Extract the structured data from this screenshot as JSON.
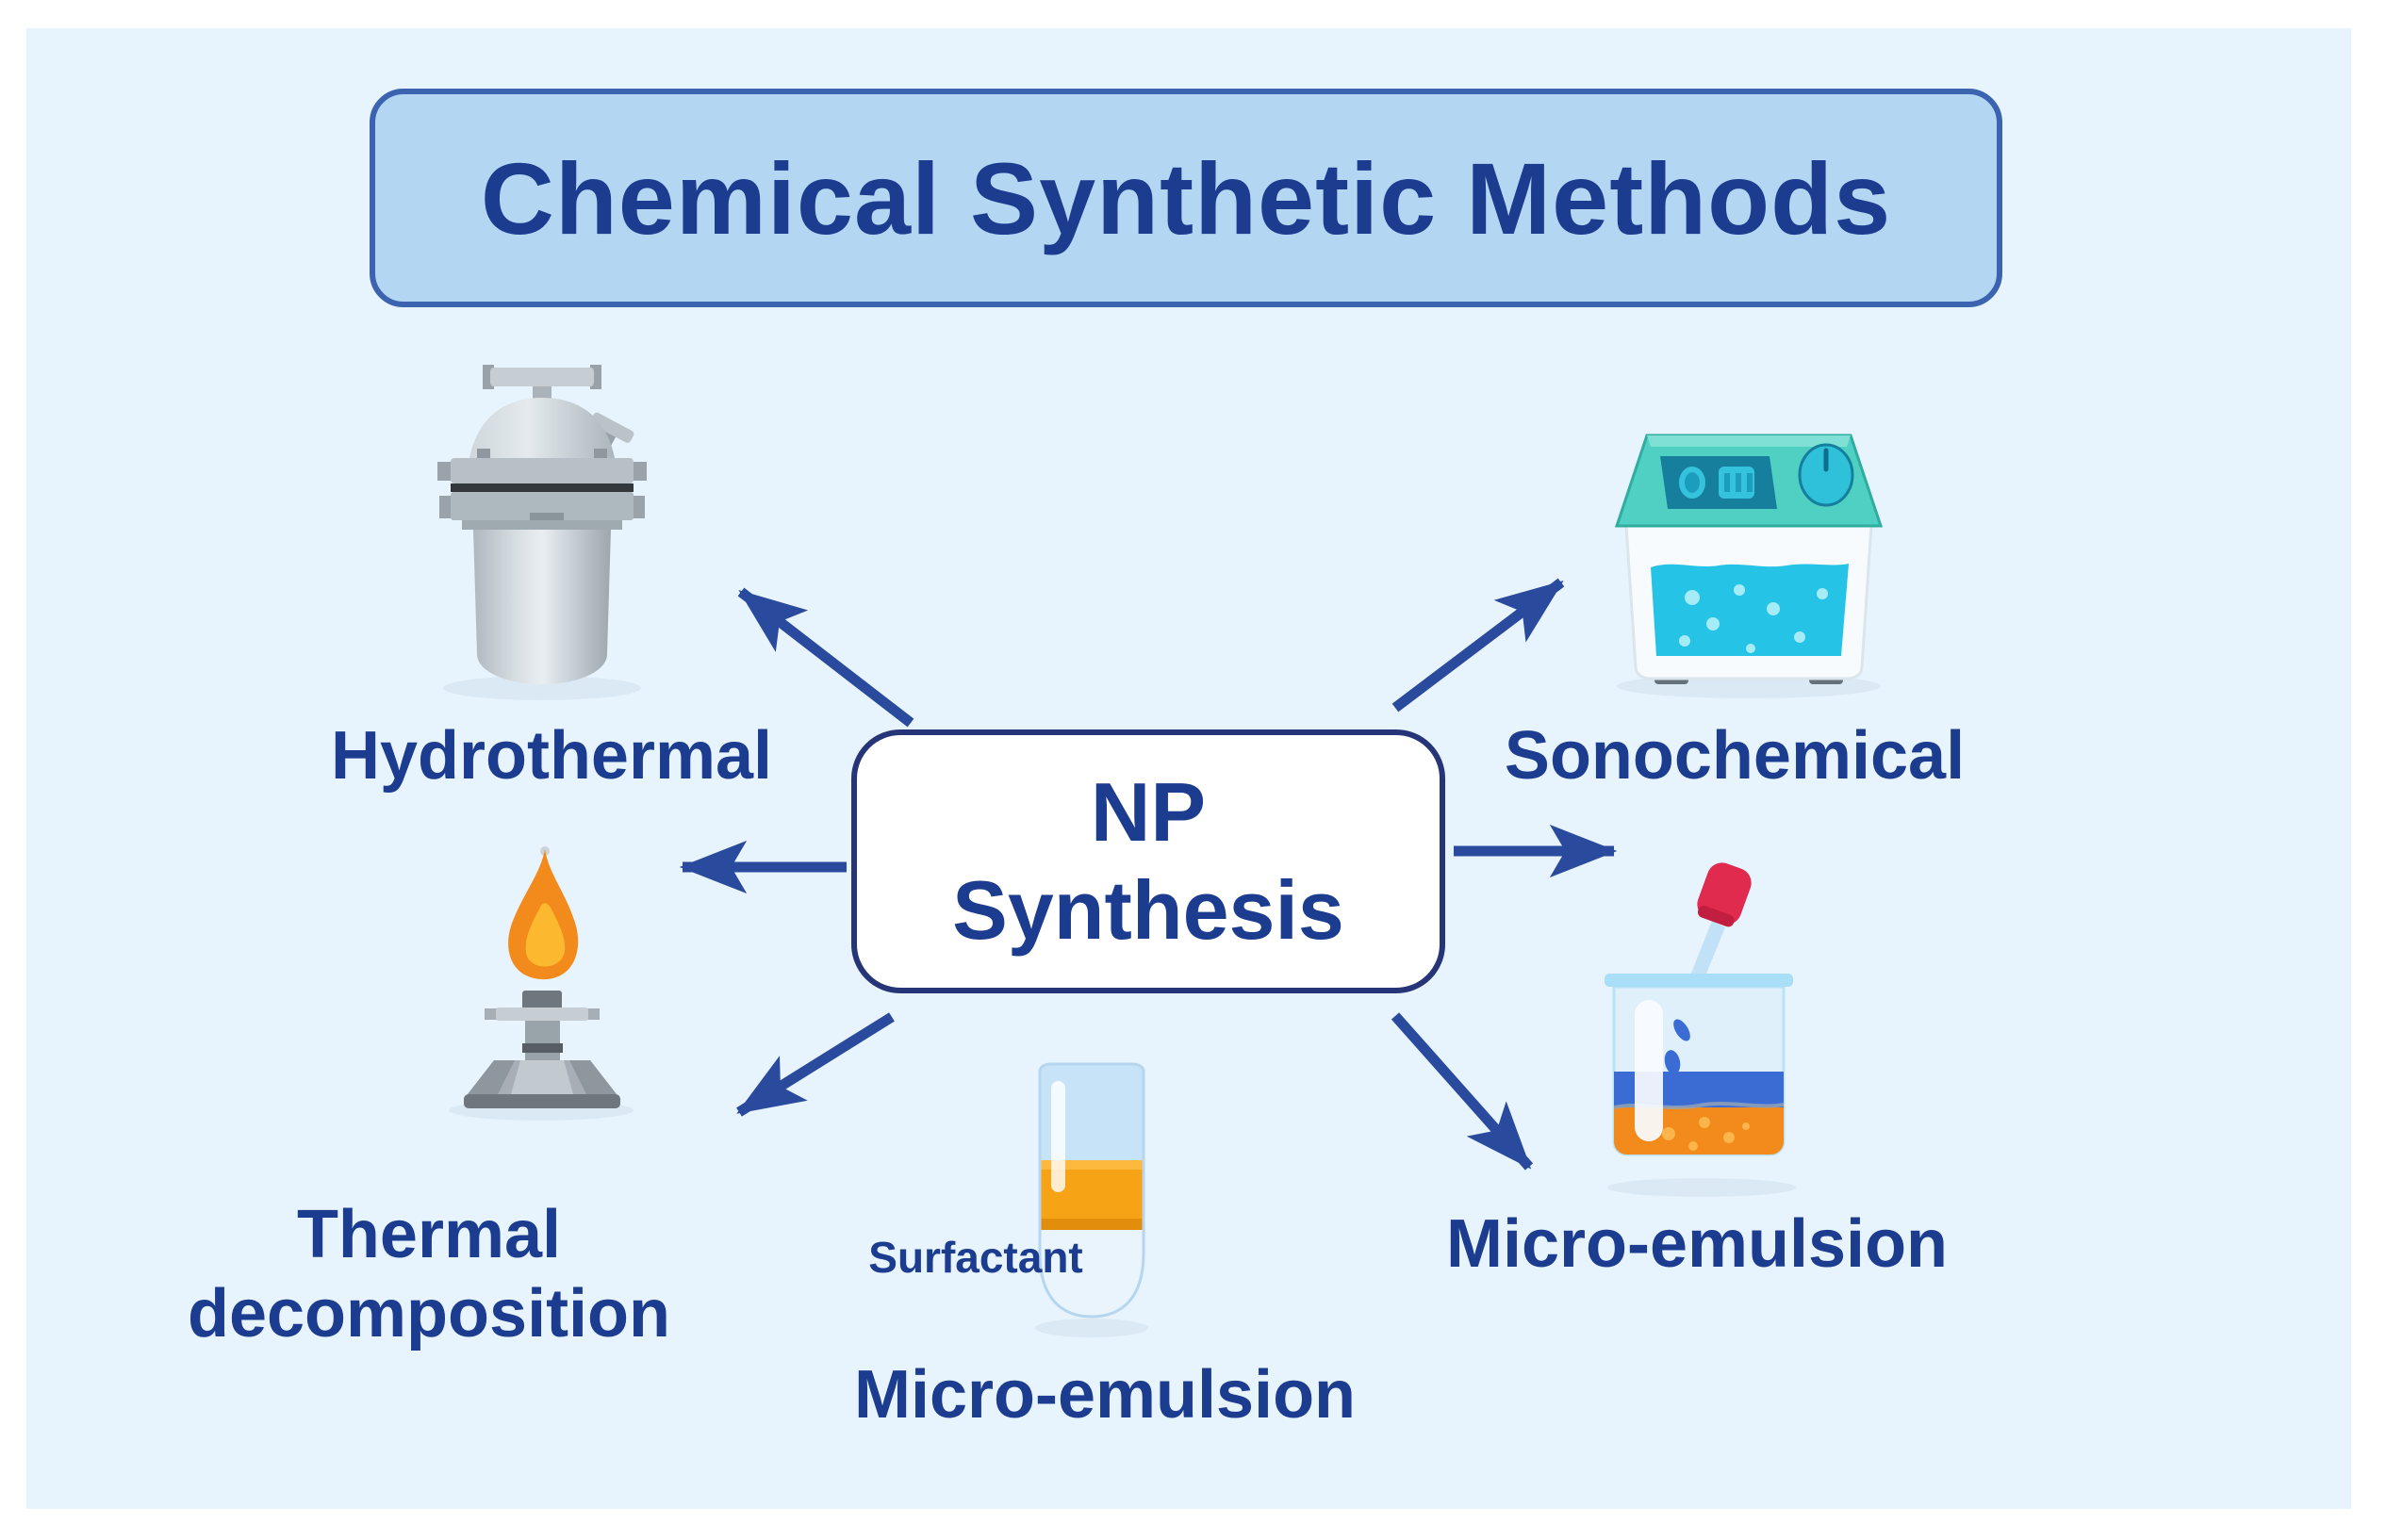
{
  "title": {
    "text": "Chemical Synthetic Methods"
  },
  "center_node": {
    "line1": "NP",
    "line2": "Synthesis"
  },
  "nodes": {
    "hydrothermal": {
      "label": "Hydrothermal",
      "icon": "autoclave"
    },
    "sonochemical": {
      "label": "Sonochemical",
      "icon": "ultrasonic-bath"
    },
    "thermal_decomposition": {
      "label_line1": "Thermal",
      "label_line2": "decomposition",
      "icon": "burner-flame"
    },
    "micro_emulsion_bottom": {
      "label": "Micro-emulsion",
      "annotation": "Surfactant",
      "icon": "surfactant-tube"
    },
    "micro_emulsion_right": {
      "label": "Micro-emulsion",
      "icon": "beaker-dropper"
    }
  },
  "colors": {
    "outer-bg": "#ffffff",
    "panel-bg": "#e8f4fd",
    "navy": "#1c3c8f",
    "arrow": "#2a4a9d",
    "title-fill": "#b3d7f3",
    "title-border": "#3c63b0",
    "node-border": "#253577",
    "node-fill": "#ffffff",
    "teal": "#4fd0c3",
    "teal-dark": "#2fae9f",
    "teal-light": "#7fe0d6",
    "panel-teal": "#157f9d",
    "cyan": "#25c3e6",
    "bubble": "#a5ecf8",
    "orange": "#f28a1c",
    "flame-inner": "#fcb92f",
    "amber": "#f6a316",
    "red": "#e02b4e",
    "red-dark": "#c21e40",
    "royal": "#3a6cd4",
    "glass": "#c7e3f8",
    "glass-edge": "#b5d6ee",
    "gray-1": "#c6ced4",
    "gray-2": "#99a3a9",
    "gray-3": "#6e767e",
    "seam": "#33383d",
    "shadow": "#dbe9f4"
  }
}
